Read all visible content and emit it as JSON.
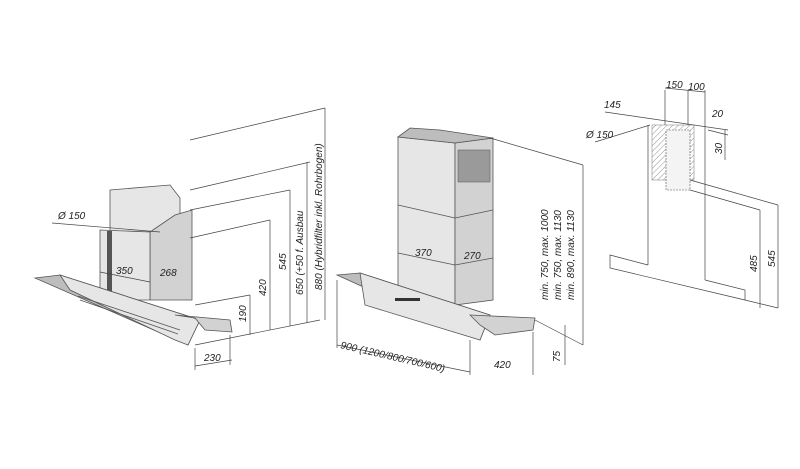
{
  "left_view": {
    "duct_diameter": "Ø 150",
    "width_a": "350",
    "depth_a": "268",
    "height_190": "190",
    "height_420": "420",
    "height_545": "545",
    "height_650": "650 (+50 f. Ausbau",
    "height_880": "880 (Hybridfilter inkl. Rohrbogen)",
    "depth_230": "230"
  },
  "middle_view": {
    "chimney_width": "370",
    "chimney_depth": "270",
    "height_range_1": "min. 750, max. 1000",
    "height_range_2": "min. 750, max. 1130",
    "height_range_3": "min. 890, max. 1130",
    "hood_width": "900 (1200/800/700/600)",
    "hood_depth": "420",
    "hood_height": "75"
  },
  "right_view": {
    "dim_150": "150",
    "dim_100": "100",
    "dim_145": "145",
    "duct_diameter": "Ø 150",
    "dim_20": "20",
    "dim_30": "30",
    "dim_485": "485",
    "dim_545": "545"
  }
}
